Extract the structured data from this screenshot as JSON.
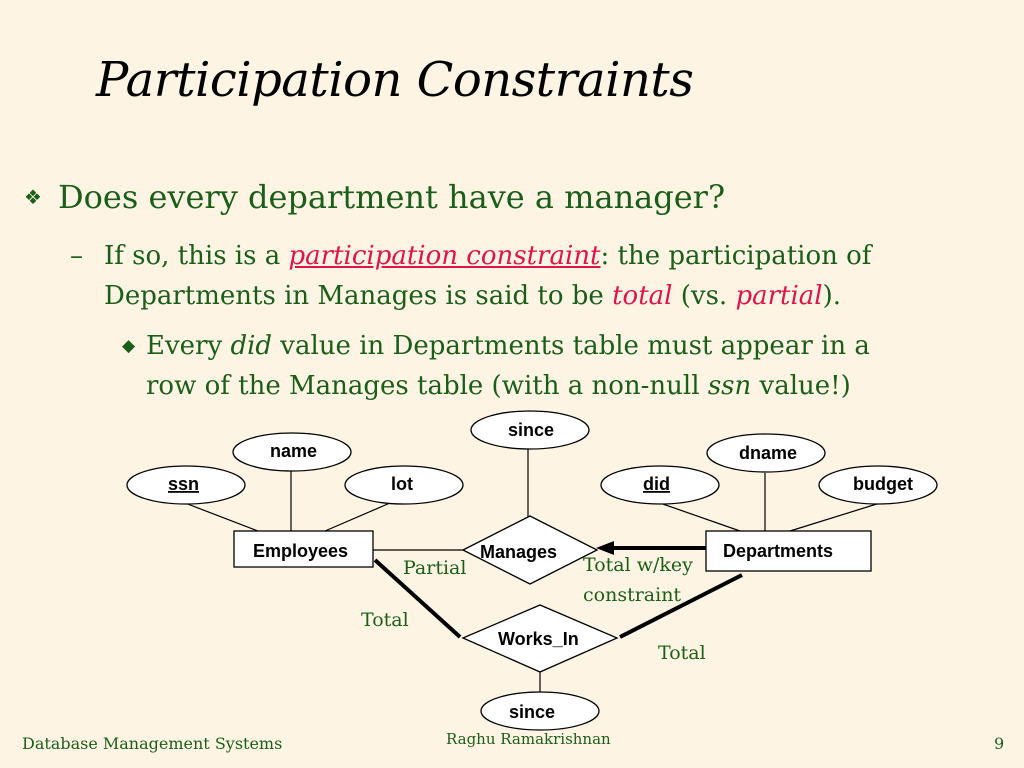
{
  "title": "Participation Constraints",
  "bullet": "Does every department have a manager?",
  "sub_bullet": {
    "dash": "–",
    "text_before": "If so, this is a ",
    "term": "participation constraint",
    "text_after": ":  the participation of",
    "line2_before": "Departments in Manages is said to be ",
    "total_word": "total",
    "vs_text": " (vs. ",
    "partial_word": "partial",
    "closing": ")."
  },
  "sub_sub_bullet": {
    "word_every": "Every ",
    "did_word": "did",
    "line1_rest": " value in Departments table must appear in a",
    "line2_before": "row of the Manages table (with a non-null ",
    "ssn_word": "ssn",
    "line2_after": " value!)"
  },
  "diagram": {
    "entities": {
      "employees": "Employees",
      "departments": "Departments"
    },
    "relationships": {
      "manages": "Manages",
      "works_in": "Works_In"
    },
    "attributes": {
      "ssn": "ssn",
      "name": "name",
      "lot": "lot",
      "did": "did",
      "dname": "dname",
      "budget": "budget",
      "since_manages": "since",
      "since_works_in": "since"
    },
    "annotations": {
      "partial": "Partial",
      "total_key_line1": "Total w/key",
      "total_key_line2": "constraint",
      "total_left": "Total",
      "total_right": "Total"
    }
  },
  "footer": {
    "left": "Database Management Systems",
    "middle": "Raghu Ramakrishnan",
    "page": "9"
  },
  "colors": {
    "background": "#fdf4e3",
    "text_green": "#1a5e1a",
    "accent_red": "#e0134b"
  },
  "icons": {
    "bullet1": "diamond-cluster-icon",
    "bullet3": "diamond-icon"
  }
}
